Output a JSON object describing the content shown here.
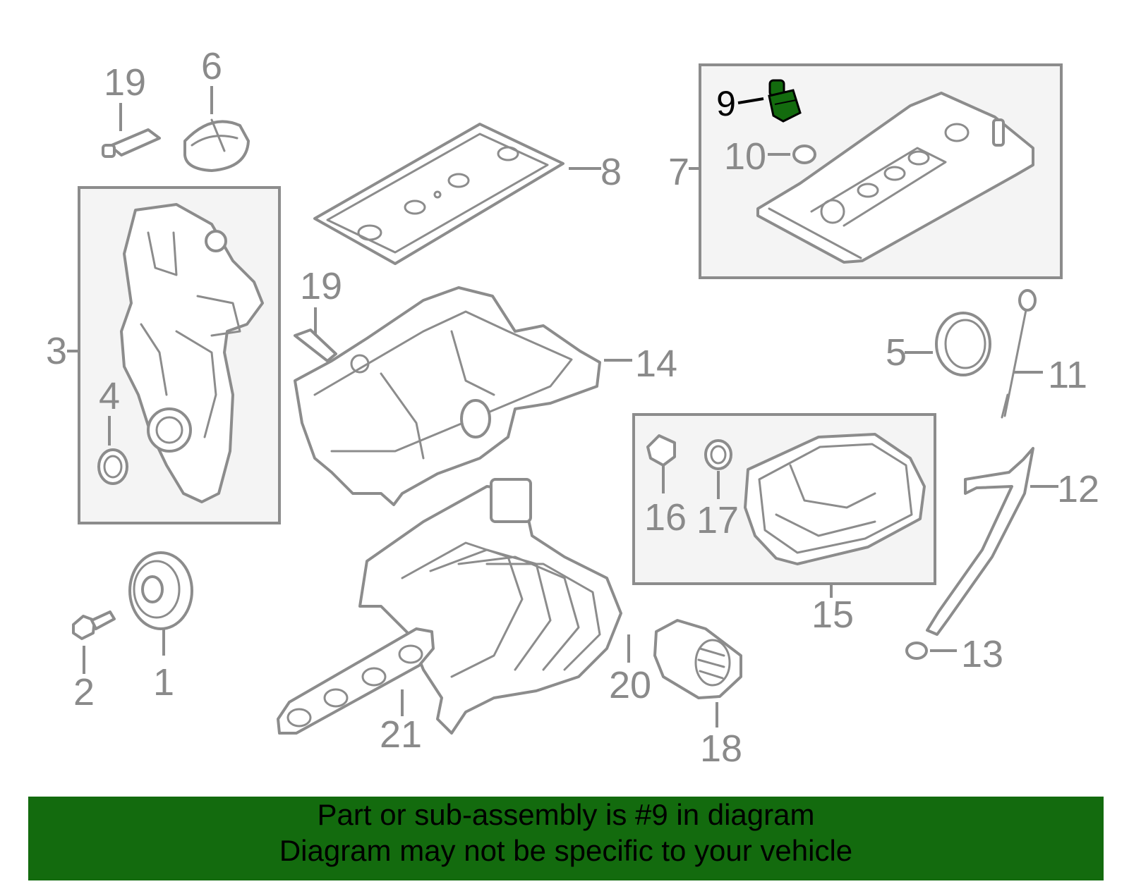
{
  "colors": {
    "banner_bg": "#136b0e",
    "highlight_part": "#136b0e",
    "line_gray": "#8c8c8c",
    "box_fill": "#f4f4f4"
  },
  "callouts": {
    "c1": "1",
    "c2": "2",
    "c3": "3",
    "c4": "4",
    "c5": "5",
    "c6": "6",
    "c7": "7",
    "c8": "8",
    "c9": "9",
    "c10": "10",
    "c11": "11",
    "c12": "12",
    "c13": "13",
    "c14": "14",
    "c15": "15",
    "c16": "16",
    "c17": "17",
    "c18": "18",
    "c19a": "19",
    "c19b": "19",
    "c20": "20",
    "c21": "21"
  },
  "highlighted_callout": "9",
  "banner": {
    "line1": "Part or sub-assembly is #9 in diagram",
    "line2": "Diagram may not be specific to your vehicle"
  }
}
